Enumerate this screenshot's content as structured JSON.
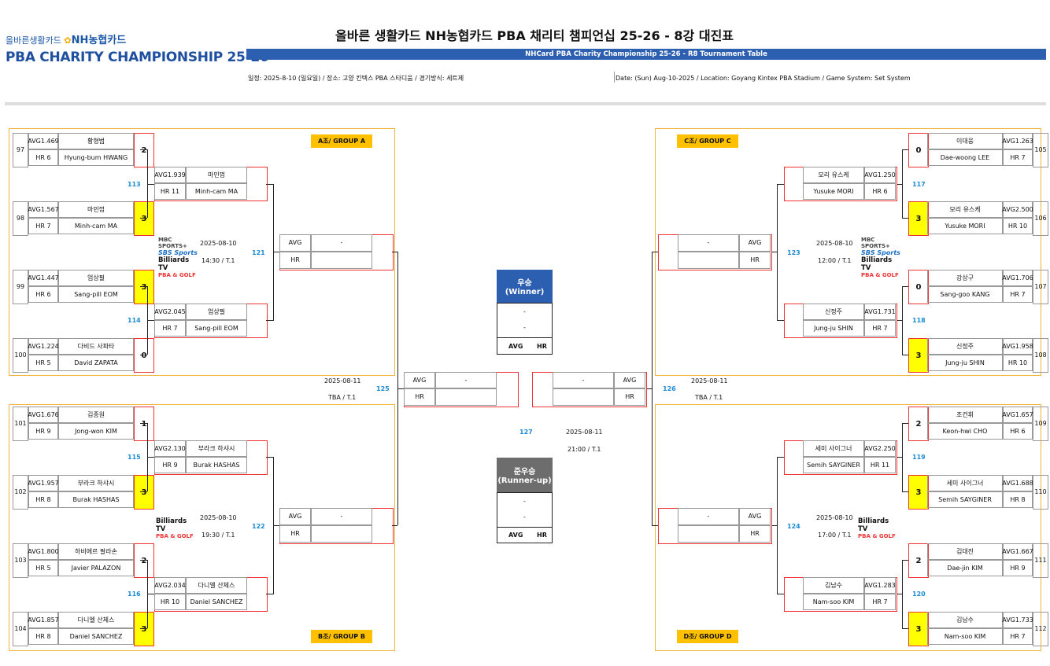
{
  "header": {
    "brand_line1": "올바른생활카드",
    "brand_line2": "NH농협카드",
    "brand_main": "PBA CHARITY CHAMPIONSHIP 25-26",
    "title": "올바른 생활카드 NH농협카드 PBA 채리티 챔피언십 25-26 - 8강 대진표",
    "subtitle": "NHCard PBA Charity Championship 25-26 - R8 Tournament Table",
    "info_ko": "일정: 2025-8-10 (일요일) / 장소: 고양 킨텍스 PBA 스타디움 / 경기방식: 세트제",
    "info_en": "Date: (Sun) Aug-10-2025 / Location: Goyang Kintex PBA Stadium / Game System: Set System"
  },
  "groups": {
    "a": "A조/ GROUP A",
    "b": "B조/ GROUP B",
    "c": "C조/ GROUP C",
    "d": "D조/ GROUP D"
  },
  "players": {
    "p97": {
      "num": "97",
      "avg": "AVG1.469",
      "hr": "HR 6",
      "ko": "황형범",
      "en": "Hyung-bum HWANG",
      "score": "2"
    },
    "p98": {
      "num": "98",
      "avg": "AVG1.567",
      "hr": "HR 7",
      "ko": "마민껌",
      "en": "Minh-cam MA",
      "score": "3"
    },
    "p99": {
      "num": "99",
      "avg": "AVG1.447",
      "hr": "HR 6",
      "ko": "엄상필",
      "en": "Sang-pill EOM",
      "score": "3"
    },
    "p100": {
      "num": "100",
      "avg": "AVG1.224",
      "hr": "HR 5",
      "ko": "다비드 사파타",
      "en": "David ZAPATA",
      "score": "0"
    },
    "p101": {
      "num": "101",
      "avg": "AVG1.676",
      "hr": "HR 9",
      "ko": "김종원",
      "en": "Jong-won KIM",
      "score": "1"
    },
    "p102": {
      "num": "102",
      "avg": "AVG1.957",
      "hr": "HR 8",
      "ko": "부라크 하샤시",
      "en": "Burak HASHAS",
      "score": "3"
    },
    "p103": {
      "num": "103",
      "avg": "AVG1.800",
      "hr": "HR 5",
      "ko": "하비에르 팔라손",
      "en": "Javier PALAZON",
      "score": "2"
    },
    "p104": {
      "num": "104",
      "avg": "AVG1.857",
      "hr": "HR 8",
      "ko": "다니엘 산체스",
      "en": "Daniel SANCHEZ",
      "score": "3"
    },
    "p105": {
      "num": "105",
      "avg": "AVG1.263",
      "hr": "HR 7",
      "ko": "이대웅",
      "en": "Dae-woong LEE",
      "score": "0"
    },
    "p106": {
      "num": "106",
      "avg": "AVG2.500",
      "hr": "HR 10",
      "ko": "모리 유스케",
      "en": "Yusuke MORI",
      "score": "3"
    },
    "p107": {
      "num": "107",
      "avg": "AVG1.706",
      "hr": "HR 7",
      "ko": "강상구",
      "en": "Sang-goo KANG",
      "score": "0"
    },
    "p108": {
      "num": "108",
      "avg": "AVG1.958",
      "hr": "HR 10",
      "ko": "신정주",
      "en": "Jung-ju SHIN",
      "score": "3"
    },
    "p109": {
      "num": "109",
      "avg": "AVG1.657",
      "hr": "HR 6",
      "ko": "조건휘",
      "en": "Keon-hwi CHO",
      "score": "2"
    },
    "p110": {
      "num": "110",
      "avg": "AVG1.688",
      "hr": "HR 8",
      "ko": "세미 사이그너",
      "en": "Semih SAYGINER",
      "score": "3"
    },
    "p111": {
      "num": "111",
      "avg": "AVG1.667",
      "hr": "HR 9",
      "ko": "김대진",
      "en": "Dae-jin KIM",
      "score": "2"
    },
    "p112": {
      "num": "112",
      "avg": "AVG1.733",
      "hr": "HR 7",
      "ko": "김남수",
      "en": "Nam-soo KIM",
      "score": "3"
    }
  },
  "r2": {
    "ma": {
      "avg": "AVG1.939",
      "hr": "HR 11",
      "ko": "마민껌",
      "en": "Minh-cam MA"
    },
    "eom": {
      "avg": "AVG2.045",
      "hr": "HR 7",
      "ko": "엄상필",
      "en": "Sang-pill EOM"
    },
    "hashas": {
      "avg": "AVG2.130",
      "hr": "HR 9",
      "ko": "부라크 하샤시",
      "en": "Burak HASHAS"
    },
    "sanchez": {
      "avg": "AVG2.034",
      "hr": "HR 10",
      "ko": "다니엘 산체스",
      "en": "Daniel SANCHEZ"
    },
    "mori": {
      "avg": "AVG1.250",
      "hr": "HR 6",
      "ko": "모리 유스케",
      "en": "Yusuke MORI"
    },
    "shin": {
      "avg": "AVG1.731",
      "hr": "HR 7",
      "ko": "신정주",
      "en": "Jung-ju SHIN"
    },
    "sayginer": {
      "avg": "AVG2.250",
      "hr": "HR 11",
      "ko": "세미 사이그너",
      "en": "Semih SAYGINER"
    },
    "namsoo": {
      "avg": "AVG1.283",
      "hr": "HR 7",
      "ko": "김남수",
      "en": "Nam-soo KIM"
    }
  },
  "matches": {
    "m113": "113",
    "m114": "114",
    "m115": "115",
    "m116": "116",
    "m117": "117",
    "m118": "118",
    "m119": "119",
    "m120": "120",
    "m121": "121",
    "m122": "122",
    "m123": "123",
    "m124": "124",
    "m125": "125",
    "m126": "126",
    "m127": "127"
  },
  "schedule": {
    "a_date": "2025-08-10",
    "a_time": "14:30 / T.1",
    "b_date": "2025-08-10",
    "b_time": "19:30 / T.1",
    "c_date": "2025-08-10",
    "c_time": "12:00 / T.1",
    "d_date": "2025-08-10",
    "d_time": "17:00 / T.1",
    "sf_left_date": "2025-08-11",
    "sf_left_time": "TBA / T.1",
    "sf_right_date": "2025-08-11",
    "sf_right_time": "TBA / T.1",
    "final_date": "2025-08-11",
    "final_time": "21:00 / T.1"
  },
  "empty": {
    "avg": "AVG",
    "hr": "HR",
    "dash": "-"
  },
  "winner": {
    "label1": "우승",
    "label2": "(Winner)",
    "dash": "-",
    "avg": "AVG",
    "hr": "HR"
  },
  "runnerup": {
    "label1": "준우승",
    "label2": "(Runner-up)",
    "dash": "-",
    "avg": "AVG",
    "hr": "HR"
  },
  "logos": {
    "mbc": "MBC SPORTS+",
    "sbs": "SBS Sports",
    "billiards": "Billiards TV",
    "pba_golf": "PBA & GOLF"
  }
}
